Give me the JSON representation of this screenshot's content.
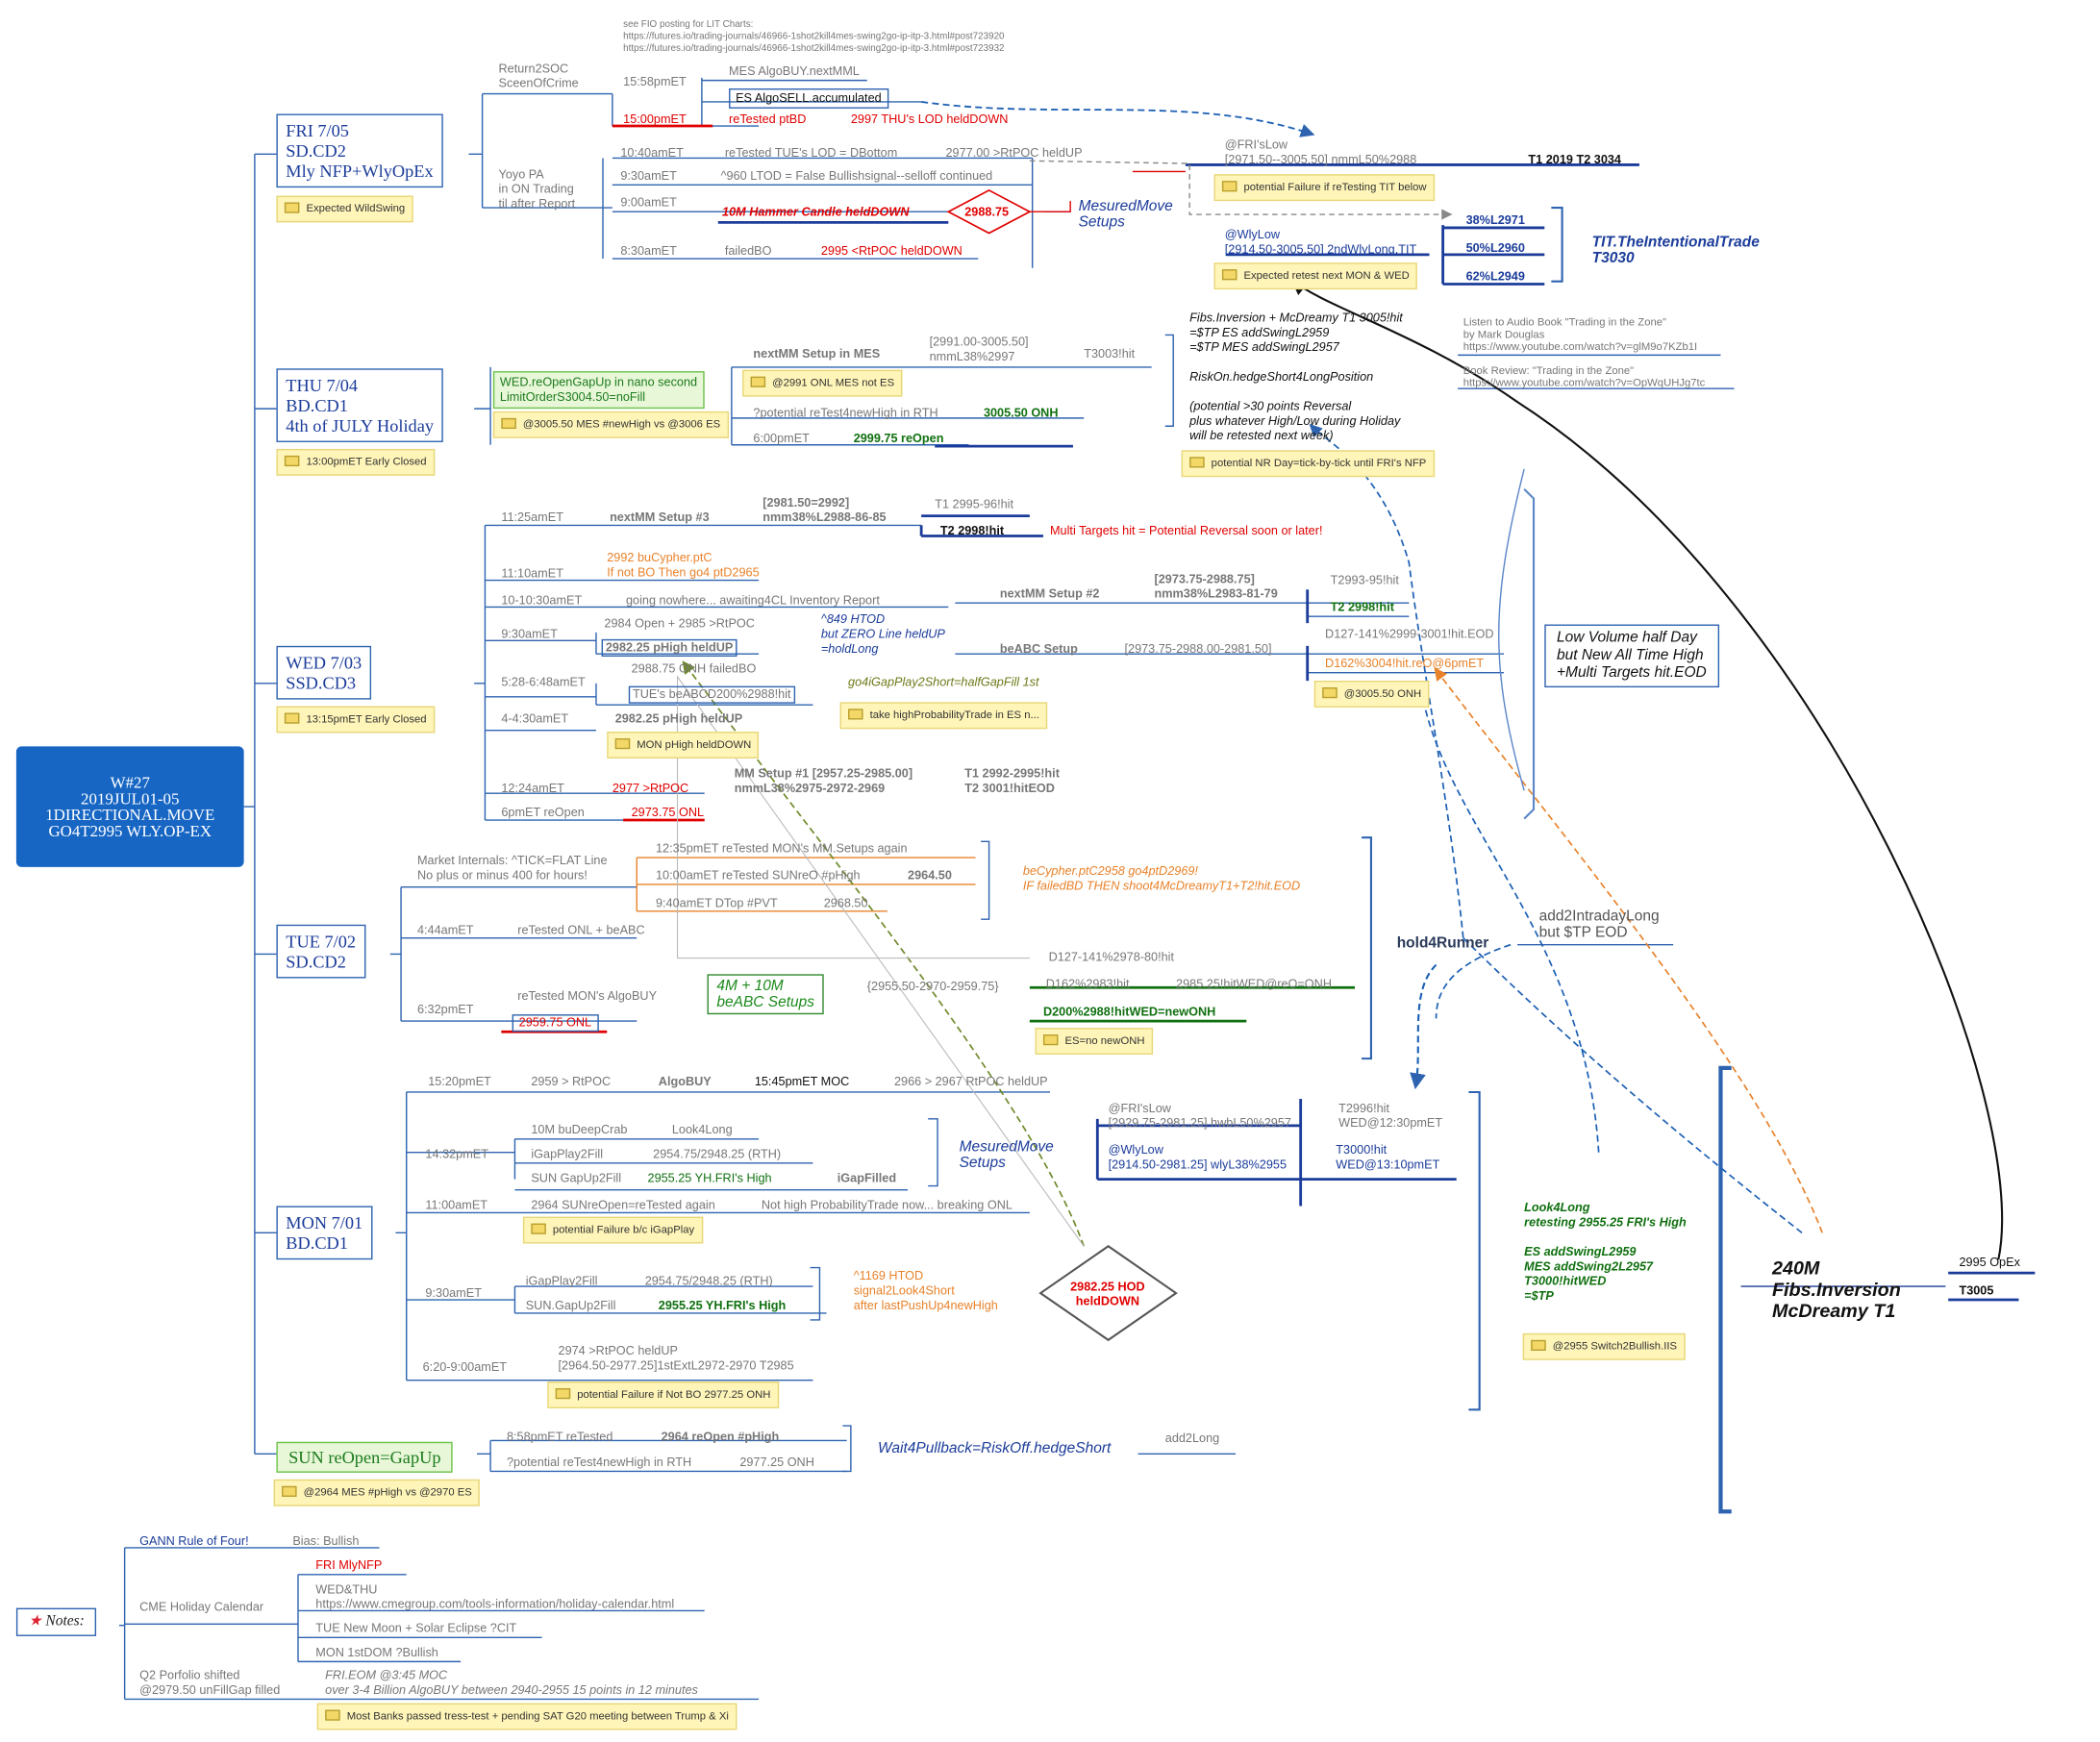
{
  "hub": {
    "lines": [
      "W#27",
      "2019JUL01-05",
      "1DIRECTIONAL.MOVE",
      "GO4T2995 WLY.OP-EX"
    ]
  },
  "fri": {
    "title": "FRI 7/05\nSD.CD2\nMly NFP+WlyOpEx",
    "note": "Expected WildSwing",
    "return2soc": "Return2SOC\nSceenOfCrime",
    "fio": "see FIO posting for LIT Charts:\nhttps://futures.io/trading-journals/46966-1shot2kill4mes-swing2go-ip-itp-3.html#post723920\nhttps://futures.io/trading-journals/46966-1shot2kill4mes-swing2go-ip-itp-3.html#post723932",
    "t1558": "15:58pmET",
    "mes_algobuy": "MES AlgoBUY.nextMML",
    "es_algosell": "ES AlgoSELL.accumulated",
    "t1500": "15:00pmET",
    "retested_ptbd": "reTested ptBD",
    "thu_lod": "2997 THU's LOD heldDOWN",
    "yoyo": "Yoyo PA\nin ON Trading\ntil after Report",
    "t1040": "10:40amET",
    "retested_tue": "reTested TUE's LOD = DBottom",
    "rtpoc_2977": "2977.00 >RtPOC heldUP",
    "t930": "9:30amET",
    "ltod": "^960 LTOD = False Bullishsignal--selloff continued",
    "t900": "9:00amET",
    "hammer": "10M Hammer Candle heldDOWN",
    "diamond": "2988.75",
    "t830": "8:30amET",
    "failedbo": "failedBO",
    "rtpoc_2995": "2995 <RtPOC heldDOWN",
    "measured": "MesuredMove\nSetups",
    "fri_low": "@FRI'sLow\n[2971.50--3005.50] nmmL50%2988",
    "fri_low_note": "potential Failure if reTesting TIT below",
    "targets": "T1 2019 T2 3034",
    "wly_low": "@WlyLow\n[2914.50-3005.50] 2ndWlyLong.TIT",
    "wly_low_note": "Expected retest next MON & WED",
    "fib38": "38%L2971",
    "fib50": "50%L2960",
    "fib62": "62%L2949",
    "tit": "TIT.TheIntentionalTrade\nT3030"
  },
  "thu": {
    "title": "THU 7/04\nBD.CD1\n4th of JULY Holiday",
    "note": "13:00pmET Early Closed",
    "wed_gap": "WED.reOpenGapUp in nano second\nLimitOrderS3004.50=noFill",
    "mes_new_high_note": "@3005.50  MES #newHigh vs @3006 ES",
    "nextmm": "nextMM Setup in MES",
    "nmm_range": "[2991.00-3005.50]\nnmmL38%2997",
    "t3003": "T3003!hit",
    "onl_note": "@2991 ONL MES not ES",
    "retest_rth": "?potential reTest4newHigh in RTH",
    "onh": "3005.50 ONH",
    "t600": "6:00pmET",
    "reopen": "2999.75 reOpen",
    "fibs_block": "Fibs.Inversion + McDreamy T1 3005!hit\n=$TP ES addSwingL2959\n=$TP MES addSwingL2957\n\nRiskOn.hedgeShort4LongPosition\n\n(potential >30 points Reversal\nplus whatever High/Low during Holiday\nwill be retested next week)",
    "nr_note": "potential NR Day=tick-by-tick until FRI's NFP",
    "audio": "Listen to Audio Book \"Trading in the Zone\"\nby Mark Douglas\nhttps://www.youtube.com/watch?v=glM9o7KZb1I",
    "review": "Book Review: \"Trading in the Zone\"\nhttps://www.youtube.com/watch?v=OpWqUHJg7tc"
  },
  "wed": {
    "title": "WED 7/03\nSSD.CD3",
    "note": "13:15pmET Early Closed",
    "t1125": "11:25amET",
    "nextmm3": "nextMM Setup #3",
    "nmm3_range": "[2981.50=2992]\nnmm38%L2988-86-85",
    "t1_2995": "T1 2995-96!hit",
    "t2_2998": "T2 2998!hit",
    "multi": "Multi Targets hit = Potential Reversal soon or later!",
    "t1110": "11:10amET",
    "bucypher": "2992 buCypher.ptC\nIf not BO Then go4 ptD2965",
    "t1030": "10-10:30amET",
    "nowhere": "going nowhere... awaiting4CL Inventory Report",
    "t930w": "9:30amET",
    "open2984": "2984 Open + 2985 >RtPOC",
    "phigh": "2982.25 pHigh heldUP",
    "htod": "^849 HTOD\nbut ZERO Line heldUP\n=holdLong",
    "t528": "5:28-6:48amET",
    "onh_failed": "2988.75 ONH failedBO",
    "tue_abcd": "TUE's beABCD200%2988!hit",
    "go4igap": "go4iGapPlay2Short=halfGapFill 1st",
    "highprob": "take highProbabilityTrade in ES n...",
    "t44": "4-4:30amET",
    "phigh2": "2982.25 pHigh heldUP",
    "mon_phigh": "MON pHigh heldDOWN",
    "t1224": "12:24amET",
    "rtpoc2977": "2977 >RtPOC",
    "mm1": "MM Setup #1 [2957.25-2985.00]\nnmmL38%2975-2972-2969",
    "mm1_t": "T1 2992-2995!hit\nT2 3001!hitEOD",
    "t6pm": "6pmET reOpen",
    "onl2973": "2973.75 ONL",
    "nextmm2": "nextMM Setup #2",
    "nmm2_range": "[2973.75-2988.75]\nnmm38%L2983-81-79",
    "t2993": "T2993-95!hit",
    "t2998b": "T2 2998!hit",
    "beabc": "beABC Setup",
    "beabc_range": "[2973.75-2988.00-2981.50]",
    "d127": "D127-141%2999-3001!hit.EOD",
    "d162": "D162%3004!hit.reO@6pmET",
    "onh3005": "@3005.50 ONH",
    "lowvol": "Low Volume half Day\nbut New All Time High\n+Multi Targets hit.EOD"
  },
  "tue": {
    "title": "TUE 7/02\nSD.CD2",
    "internals": "Market Internals: ^TICK=FLAT Line\nNo plus or minus 400 for hours!",
    "t1235": "12:35pmET reTested MON's MM.Setups again",
    "t1000": "10:00amET reTested SUNreO #pHigh",
    "v2964": "2964.50",
    "t940": "9:40amET DTop #PVT",
    "v2968": "2968.50",
    "becypher": "beCypher.ptC2958 go4ptD2969!\nIF failedBD THEN shoot4McDreamyT1+T2!hit.EOD",
    "t444": "4:44amET",
    "retested_onl": "reTested ONL + beABC",
    "t632": "6:32pmET",
    "retested_mon": "reTested MON's AlgoBUY",
    "onl2959": "2959.75 ONL",
    "setups_4m": "4M + 10M\nbeABC Setups",
    "range2955": "{2955.50-2970-2959.75}",
    "d127b": "D127-141%2978-80!hit",
    "d162b": "D162%2983!hit",
    "d162b_r": "2985.25!hitWED@reO=ONH",
    "d200": "D200%2988!hitWED=newONH",
    "es_note": "ES=no newONH",
    "hold4runner": "hold4Runner",
    "add2intraday": "add2IntradayLong\nbut $TP EOD"
  },
  "mon": {
    "title": "MON 7/01\nBD.CD1",
    "t1520": "15:20pmET",
    "rtpoc2959": "2959 > RtPOC",
    "algobuy": "AlgoBUY",
    "moc": "15:45pmET MOC",
    "held2966": "2966 > 2967 RtPOC heldUP",
    "t1432": "14:32pmET",
    "deepcrab": "10M buDeepCrab",
    "look4long": "Look4Long",
    "igap": "iGapPlay2Fill",
    "igap_v": "2954.75/2948.25 (RTH)",
    "sun_gap": "SUN GapUp2Fill",
    "yh": "2955.25 YH.FRI's High",
    "filled": "iGapFilled",
    "measured2": "MesuredMove\nSetups",
    "fri_low2": "@FRI'sLow\n[2929.75-2981.25] hwbL50%2957",
    "t2996": "T2996!hit\nWED@12:30pmET",
    "wly_low2": "@WlyLow\n[2914.50-2981.25] wlyL38%2955",
    "t3000": "T3000!hit\nWED@13:10pmET",
    "t1100": "11:00amET",
    "sunreopen": "2964 SUNreOpen=reTested again",
    "nothigh": "Not high ProbabilityTrade now... breaking ONL",
    "fail_note": "potential Failure b/c iGapPlay",
    "t930m": "9:30amET",
    "igap2": "iGapPlay2Fill",
    "igap2_v": "2954.75/2948.25 (RTH)",
    "sun_gap2": "SUN.GapUp2Fill",
    "yh2": "2955.25 YH.FRI's High",
    "htod1169": "^1169 HTOD\nsignal2Look4Short\nafter lastPushUp4newHigh",
    "hod": "2982.25 HOD\nheldDOWN",
    "t620": "6:20-9:00amET",
    "held2974": "2974 >RtPOC heldUP\n[2964.50-2977.25]1stExtL2972-2970 T2985",
    "notbo_note": "potential Failure if Not BO 2977.25 ONH",
    "look4long_block": "Look4Long\nretesting 2955.25 FRI's High\n\nES addSwingL2959\nMES addSwing2L2957\nT3000!hitWED\n=$TP",
    "switch_note": "@2955 Switch2Bullish.IIS",
    "big240": "240M\nFibs.Inversion\nMcDreamy T1",
    "opex": "2995 OpEx",
    "t3005": "T3005"
  },
  "sun": {
    "title": "SUN reOpen=GapUp",
    "note": "@2964 MES #pHigh vs @2970 ES",
    "t858": "8:58pmET reTested",
    "reopen2964": "2964 reOpen #pHigh",
    "retest_rth2": "?potential reTest4newHigh in RTH",
    "onh2977": "2977.25 ONH",
    "wait4": "Wait4Pullback=RiskOff.hedgeShort",
    "add2long": "add2Long"
  },
  "notes": {
    "title": "Notes:",
    "gann": "GANN Rule of Four!",
    "bias": "Bias: Bullish",
    "cme": "CME Holiday Calendar",
    "fri_nfp": "FRI MlyNFP",
    "wedthu": "WED&THU\nhttps://www.cmegroup.com/tools-information/holiday-calendar.html",
    "tue_moon": "TUE New Moon + Solar Eclipse ?CIT",
    "mon_dom": "MON 1stDOM ?Bullish",
    "q2": "Q2 Porfolio shifted\n@2979.50 unFillGap filled",
    "eom": "FRI.EOM @3:45 MOC\nover 3-4 Billion AlgoBUY between 2940-2955 15 points in 12 minutes",
    "banks": "Most Banks passed tress-test + pending SAT G20 meeting between Trump & Xi"
  },
  "colors": {
    "hub": "#1766c4",
    "line": "#2e63b0",
    "accent_red": "#e00000",
    "accent_green": "#107010",
    "accent_orange": "#e8822a"
  }
}
